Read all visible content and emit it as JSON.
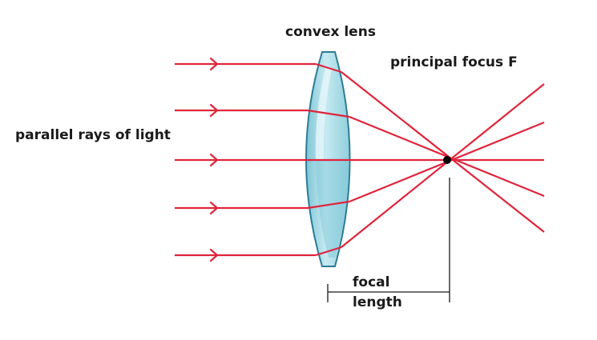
{
  "labels": {
    "lens": "convex lens",
    "focus": "principal focus F",
    "rays": "parallel rays of light",
    "focal_line1": "focal",
    "focal_line2": "length"
  },
  "colors": {
    "ray": "#e0243c",
    "lens_fill": "#a9dbe6",
    "lens_edge": "#2b7c95",
    "lens_shade": "#7fc6d6",
    "text": "#1a1a1a",
    "focus_point": "#000000",
    "measure_line": "#1a1a1a"
  },
  "rays": {
    "count": 5
  }
}
